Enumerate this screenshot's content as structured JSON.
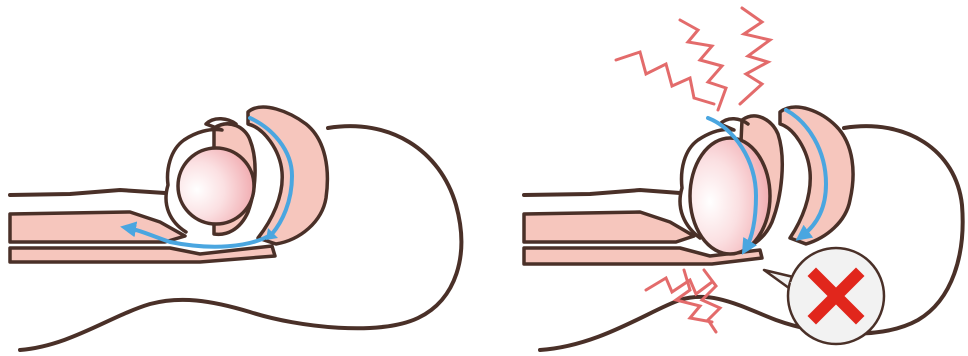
{
  "diagram": {
    "panels": [
      {
        "id": "normal-breathing",
        "airway_state": "open",
        "airflow_arrows": 1,
        "snore_lines": false
      },
      {
        "id": "snoring-obstructed",
        "airway_state": "obstructed",
        "airflow_arrows": 2,
        "snore_lines": true,
        "callout_icon": "x-mark-icon"
      }
    ],
    "colors": {
      "outline": "#4a3028",
      "tissue_fill": "#f6c6bd",
      "tongue_fill": "#f3b3b6",
      "airflow": "#4aa6e0",
      "vibration": "#e36b6b",
      "callout_x": "#e1261c",
      "callout_bg": "#f2f2f2"
    }
  }
}
